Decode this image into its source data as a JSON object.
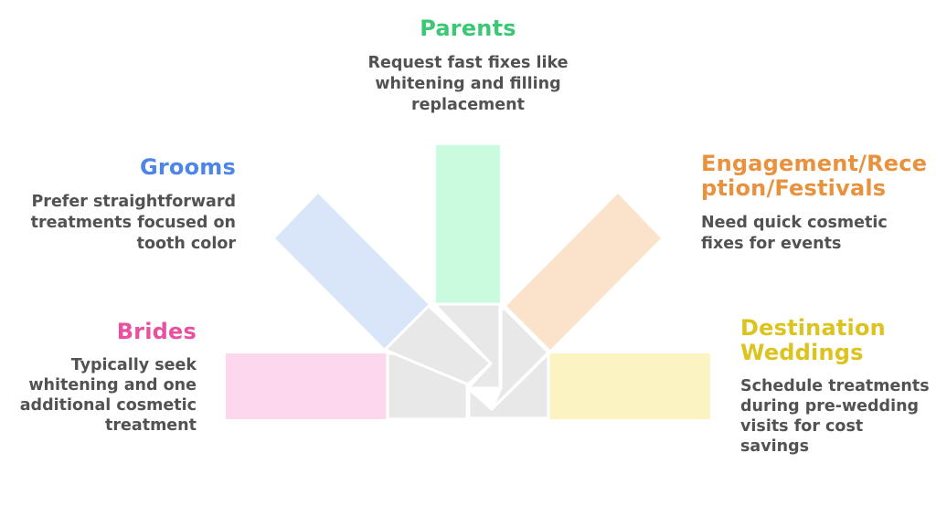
{
  "diagram": {
    "background": "#ffffff",
    "arrowhead_color": "#e8e8e8",
    "seam_color": "#ffffff",
    "body_text_color": "#525252"
  },
  "segments": [
    {
      "id": "parents",
      "title_lines": [
        "Parents"
      ],
      "title_color": "#3bc874",
      "bar_color": "#c9fbdf",
      "description_lines": [
        "Request fast fixes like",
        "whitening and filling",
        "replacement"
      ]
    },
    {
      "id": "grooms",
      "title_lines": [
        "Grooms"
      ],
      "title_color": "#4e86e8",
      "bar_color": "#d9e6f9",
      "description_lines": [
        "Prefer straightforward",
        "treatments focused on",
        "tooth color"
      ]
    },
    {
      "id": "engagement-reception-festivals",
      "title_lines": [
        "Engagement/Rece",
        "ption/Festivals"
      ],
      "title_color": "#e8923e",
      "bar_color": "#fbe3cb",
      "description_lines": [
        "Need quick cosmetic",
        "fixes for events"
      ]
    },
    {
      "id": "brides",
      "title_lines": [
        "Brides"
      ],
      "title_color": "#e8519f",
      "bar_color": "#fdd8ec",
      "description_lines": [
        "Typically seek",
        "whitening and one",
        "additional cosmetic",
        "treatment"
      ]
    },
    {
      "id": "destination-weddings",
      "title_lines": [
        "Destination",
        "Weddings"
      ],
      "title_color": "#dcc31d",
      "bar_color": "#fcf3c3",
      "description_lines": [
        "Schedule treatments",
        "during pre-wedding",
        "visits for cost savings"
      ]
    }
  ]
}
